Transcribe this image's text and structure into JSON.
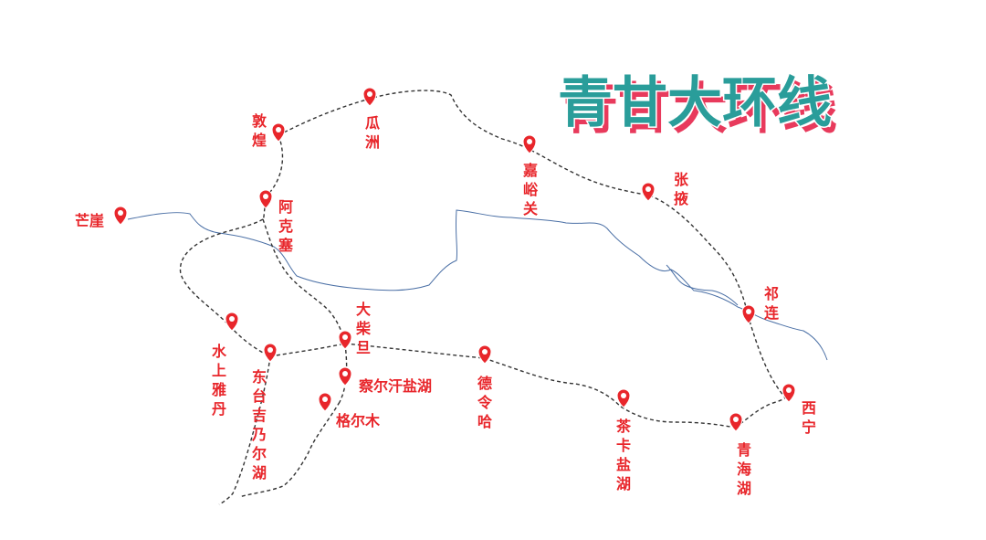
{
  "title": "青甘大环线",
  "colors": {
    "label": "#e8262b",
    "route": "#333333",
    "river": "#4a6fa5",
    "title_main": "#2a9d9a",
    "title_shadow": "#e83a5c",
    "pin": "#e8262b"
  },
  "places": {
    "dunhuang": "敦煌",
    "guazhou": "瓜洲",
    "jiayuguan": "嘉峪关",
    "zhangye": "张掖",
    "mangya": "芒崖",
    "akesai": "阿克塞",
    "qilian": "祁连",
    "dachaidan": "大柴旦",
    "shuishang_yadan": "水上雅丹",
    "dongtaijinaier": "东台吉乃尔湖",
    "chaerhan": "察尔汗盐湖",
    "golmud": "格尔木",
    "delingha": "德令哈",
    "chaka": "茶卡盐湖",
    "qinghaihu": "青海湖",
    "xining": "西宁"
  },
  "icons": {
    "pin": "map-pin-icon"
  }
}
